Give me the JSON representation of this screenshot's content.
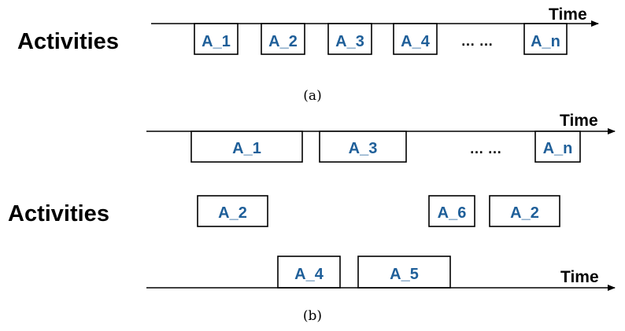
{
  "colors": {
    "activity_text": "#1f5f99",
    "line": "#000000"
  },
  "panel_a": {
    "time_label": "Time",
    "row_label": "Activities",
    "activities": [
      "A_1",
      "A_2",
      "A_3",
      "A_4",
      "A_n"
    ],
    "ellipsis": "… …",
    "caption": "(a)"
  },
  "panel_b": {
    "time_label_top": "Time",
    "time_label_bottom": "Time",
    "row_label": "Activities",
    "top_row": [
      "A_1",
      "A_3",
      "A_n"
    ],
    "middle_row": [
      "A_2",
      "A_6",
      "A_2"
    ],
    "bottom_row": [
      "A_4",
      "A_5"
    ],
    "ellipsis": "… …",
    "caption": "(b)"
  }
}
